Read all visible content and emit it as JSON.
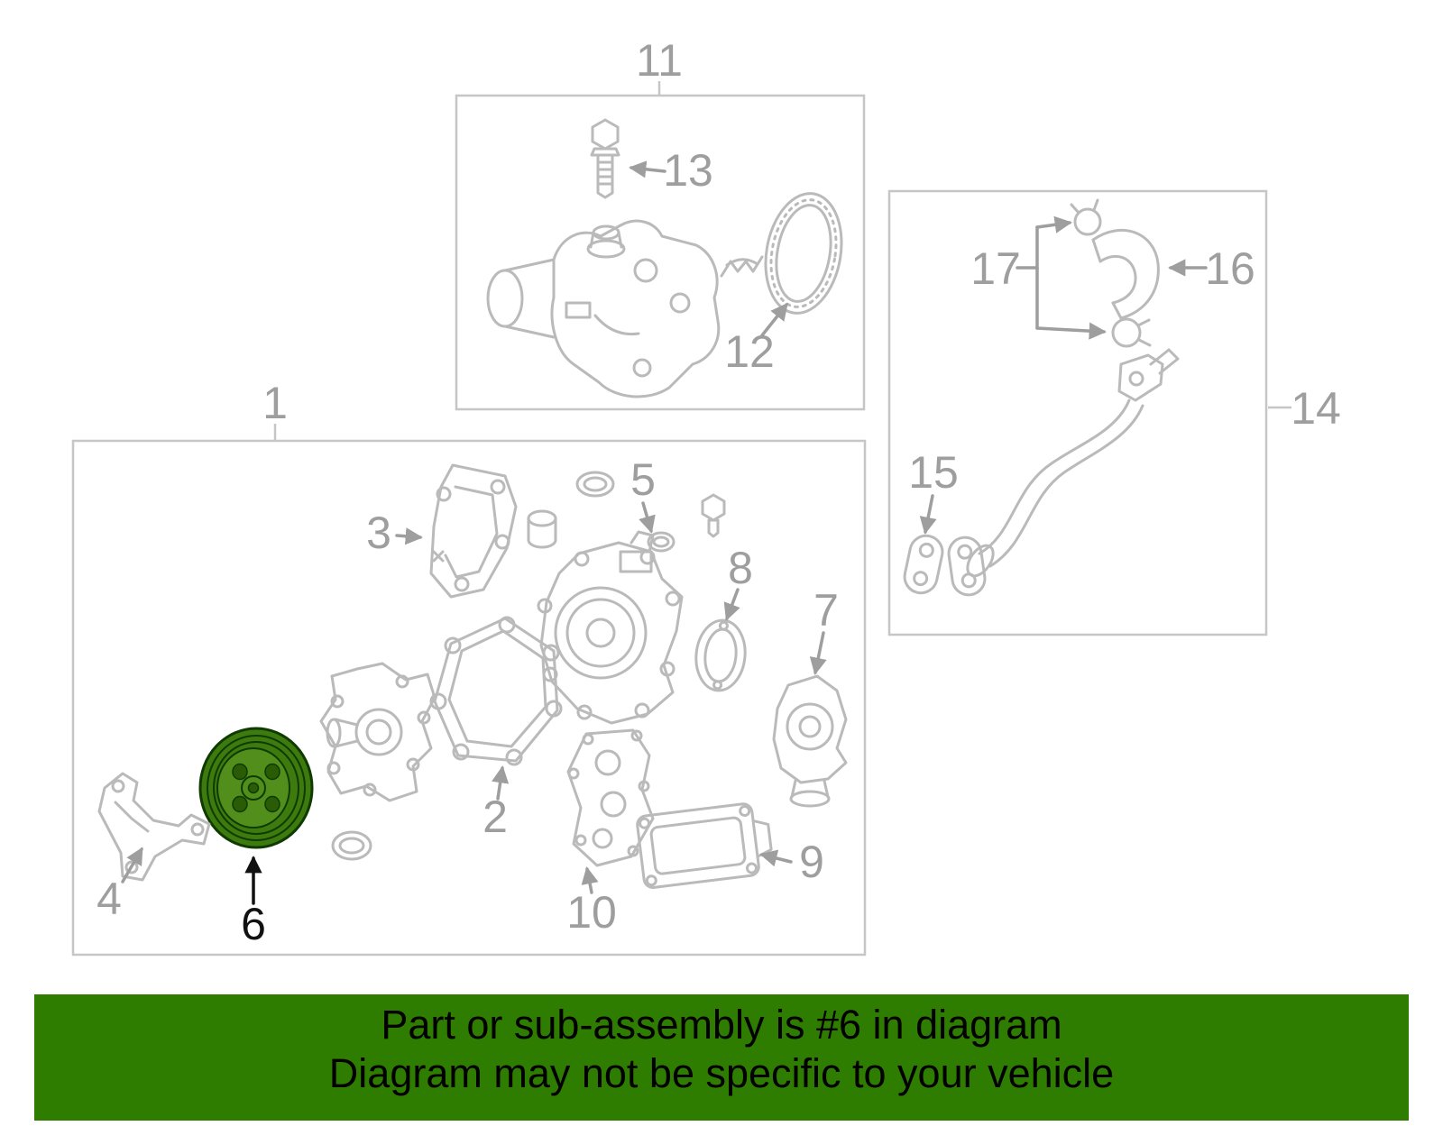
{
  "colors": {
    "line": "#bababa",
    "box": "#c6c6c6",
    "callout": "#9e9e9e",
    "callout_active": "#111111",
    "highlight_fill": "#3e7b0e",
    "highlight_face": "#518e1c",
    "highlight_stroke": "#0f3a00",
    "highlight_hole": "#2a5c06",
    "banner_bg": "#2e7d00",
    "banner_text": "#000000"
  },
  "diagram": {
    "highlighted_part": "6",
    "callouts": {
      "1": "1",
      "2": "2",
      "3": "3",
      "4": "4",
      "5": "5",
      "6": "6",
      "7": "7",
      "8": "8",
      "9": "9",
      "10": "10",
      "11": "11",
      "12": "12",
      "13": "13",
      "14": "14",
      "15": "15",
      "16": "16",
      "17": "17"
    }
  },
  "banner": {
    "line1": "Part or sub-assembly is #6 in diagram",
    "line2": "Diagram may not be specific to your vehicle"
  }
}
